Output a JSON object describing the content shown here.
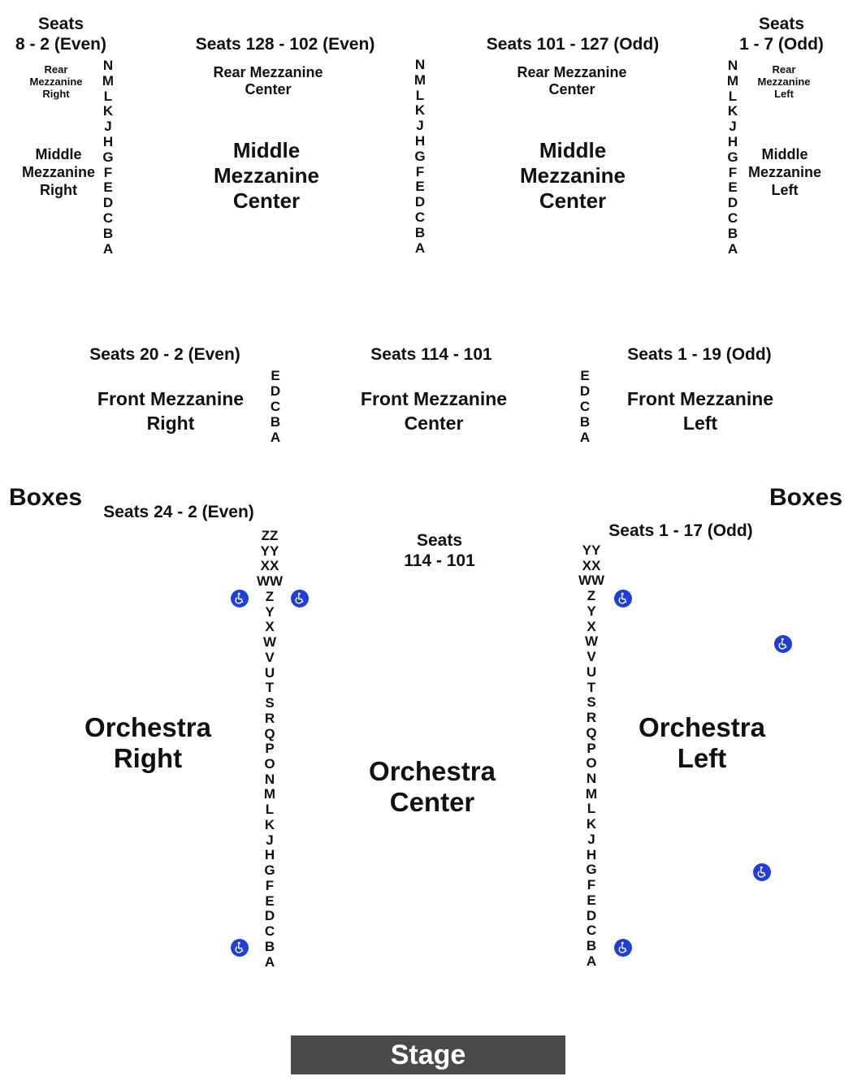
{
  "mezzanine": {
    "top_right": {
      "seats_line1": "Seats",
      "seats_line2": "8 - 2 (Even)",
      "rear": [
        "Rear",
        "Mezzanine",
        "Right"
      ],
      "middle": [
        "Middle",
        "Mezzanine",
        "Right"
      ]
    },
    "center_right": {
      "seats": "Seats 128 - 102 (Even)",
      "rear": [
        "Rear Mezzanine",
        "Center"
      ],
      "middle": [
        "Middle",
        "Mezzanine",
        "Center"
      ]
    },
    "center_left": {
      "seats": "Seats 101 - 127 (Odd)",
      "rear": [
        "Rear Mezzanine",
        "Center"
      ],
      "middle": [
        "Middle",
        "Mezzanine",
        "Center"
      ]
    },
    "top_left": {
      "seats_line1": "Seats",
      "seats_line2": "1 - 7 (Odd)",
      "rear": [
        "Rear",
        "Mezzanine",
        "Left"
      ],
      "middle": [
        "Middle",
        "Mezzanine",
        "Left"
      ]
    },
    "rows": [
      "N",
      "M",
      "L",
      "K",
      "J",
      "H",
      "G",
      "F",
      "E",
      "D",
      "C",
      "B",
      "A"
    ]
  },
  "front_mezzanine": {
    "right": {
      "seats": "Seats 20 - 2 (Even)",
      "name": [
        "Front Mezzanine",
        "Right"
      ]
    },
    "center": {
      "seats": "Seats 114 - 101",
      "name": [
        "Front Mezzanine",
        "Center"
      ]
    },
    "left": {
      "seats": "Seats 1 - 19 (Odd)",
      "name": [
        "Front Mezzanine",
        "Left"
      ]
    },
    "rows": [
      "E",
      "D",
      "C",
      "B",
      "A"
    ]
  },
  "orchestra": {
    "boxes_label": "Boxes",
    "right": {
      "seats": "Seats 24 - 2 (Even)",
      "name": [
        "Orchestra",
        "Right"
      ]
    },
    "center": {
      "seats": [
        "Seats",
        "114 - 101"
      ],
      "name": [
        "Orchestra",
        "Center"
      ]
    },
    "left": {
      "seats": "Seats 1 - 17 (Odd)",
      "name": [
        "Orchestra",
        "Left"
      ]
    },
    "rows_right": [
      "ZZ",
      "YY",
      "XX",
      "WW",
      "Z",
      "Y",
      "X",
      "W",
      "V",
      "U",
      "T",
      "S",
      "R",
      "Q",
      "P",
      "O",
      "N",
      "M",
      "L",
      "K",
      "J",
      "H",
      "G",
      "F",
      "E",
      "D",
      "C",
      "B",
      "A"
    ],
    "rows_left": [
      "YY",
      "XX",
      "WW",
      "Z",
      "Y",
      "X",
      "W",
      "V",
      "U",
      "T",
      "S",
      "R",
      "Q",
      "P",
      "O",
      "N",
      "M",
      "L",
      "K",
      "J",
      "H",
      "G",
      "F",
      "E",
      "D",
      "C",
      "B",
      "A"
    ]
  },
  "stage_label": "Stage",
  "icons": {
    "wheelchair": "wheelchair-accessible-icon",
    "color": "#1f3fd6"
  },
  "colors": {
    "stage_bg": "#4a4a4a",
    "text": "#111111"
  }
}
